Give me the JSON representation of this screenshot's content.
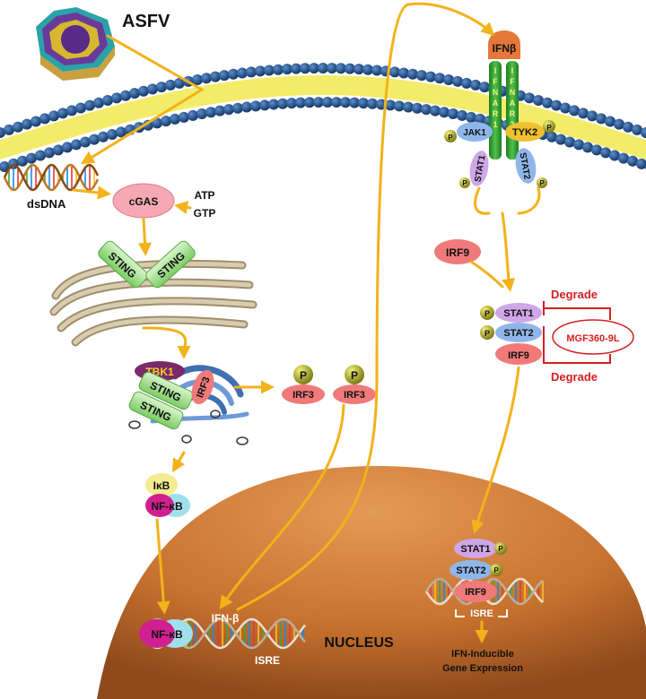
{
  "labels": {
    "asfv": "ASFV",
    "dsdna": "dsDNA",
    "cgas": "cGAS",
    "atp": "ATP",
    "gtp": "GTP",
    "sting": "STING",
    "tbk1": "TBK1",
    "irf3": "IRF3",
    "phospho": "P",
    "ikb": "IκB",
    "nfkb": "NF-κB",
    "ifnb_ligand": "IFNβ",
    "ifnar1": "IFNAR1",
    "ifnar2": "IFNAR2",
    "jak1": "JAK1",
    "tyk2": "TYK2",
    "stat1": "STAT1",
    "stat2": "STAT2",
    "irf9": "IRF9",
    "degrade": "Degrade",
    "mgf": "MGF360-9L",
    "nucleus": "NUCLEUS",
    "ifnb_gene": "IFN-β",
    "isre": "ISRE",
    "isg_line1": "IFN-Inducible",
    "isg_line2": "Gene Expression"
  },
  "colors": {
    "arrow": "#f2b21a",
    "inhibition": "#d42020",
    "membrane_head": "#1f4f86",
    "membrane_tail": "#f3ec6a",
    "nucleus": "#c8722f",
    "sting": "#a8e09a",
    "cgas": "#f6a9b4",
    "stat1": "#cfa6e6",
    "stat2": "#8fb6ea",
    "irf": "#f07a7a",
    "nfkb": "#d0208f",
    "ifnar": "#2f9e2f",
    "ifnb_ligand": "#e5793a",
    "phospho": "#b3b022"
  }
}
